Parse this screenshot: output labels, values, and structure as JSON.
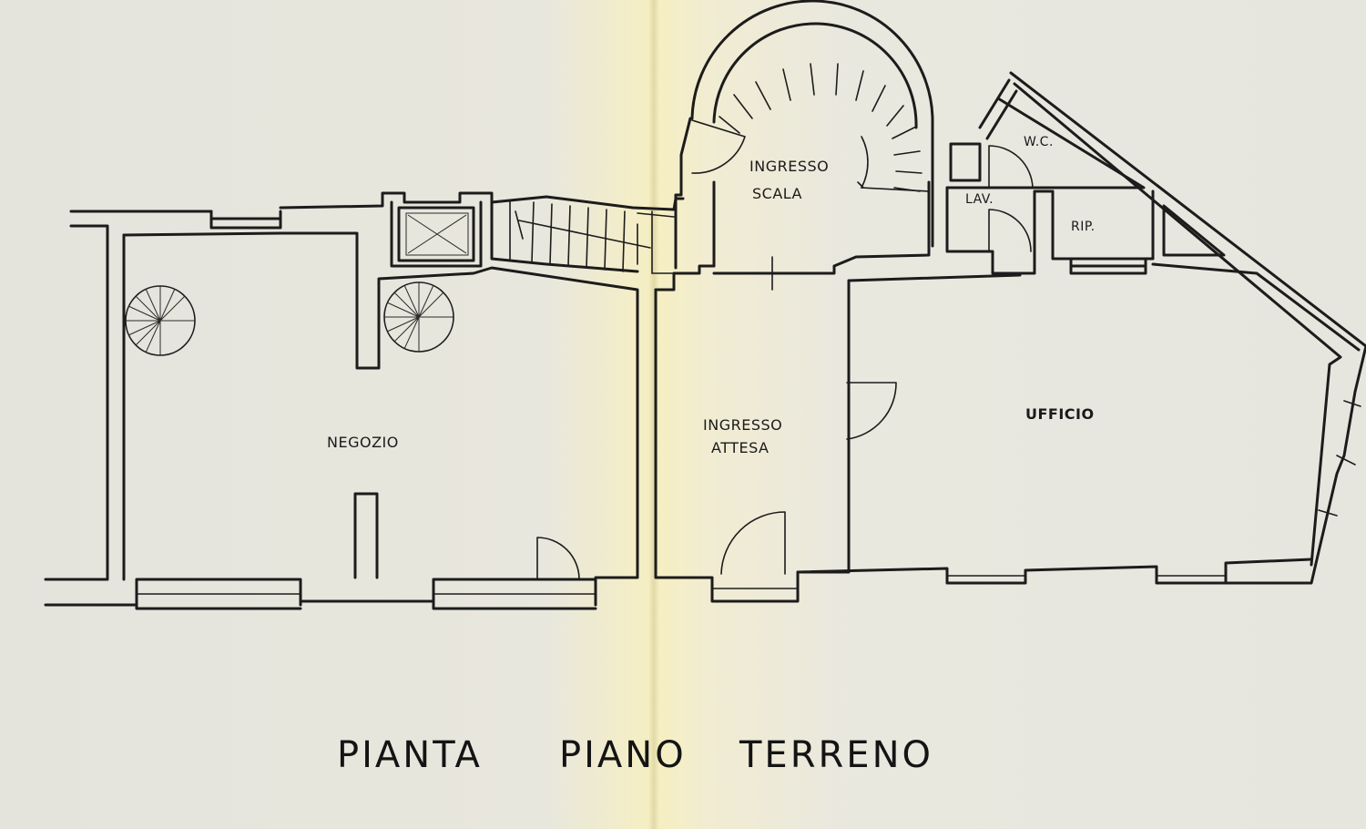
{
  "plan": {
    "rooms": {
      "negozio": "NEGOZIO",
      "ingresso_attesa_1": "INGRESSO",
      "ingresso_attesa_2": "ATTESA",
      "ingresso_scala_1": "INGRESSO",
      "ingresso_scala_2": "SCALA",
      "ufficio": "UFFICIO",
      "wc": "W.C.",
      "lav": "LAV.",
      "rip": "RIP."
    }
  },
  "title": {
    "word1": "PIANTA",
    "word2": "PIANO",
    "word3": "TERRENO"
  }
}
